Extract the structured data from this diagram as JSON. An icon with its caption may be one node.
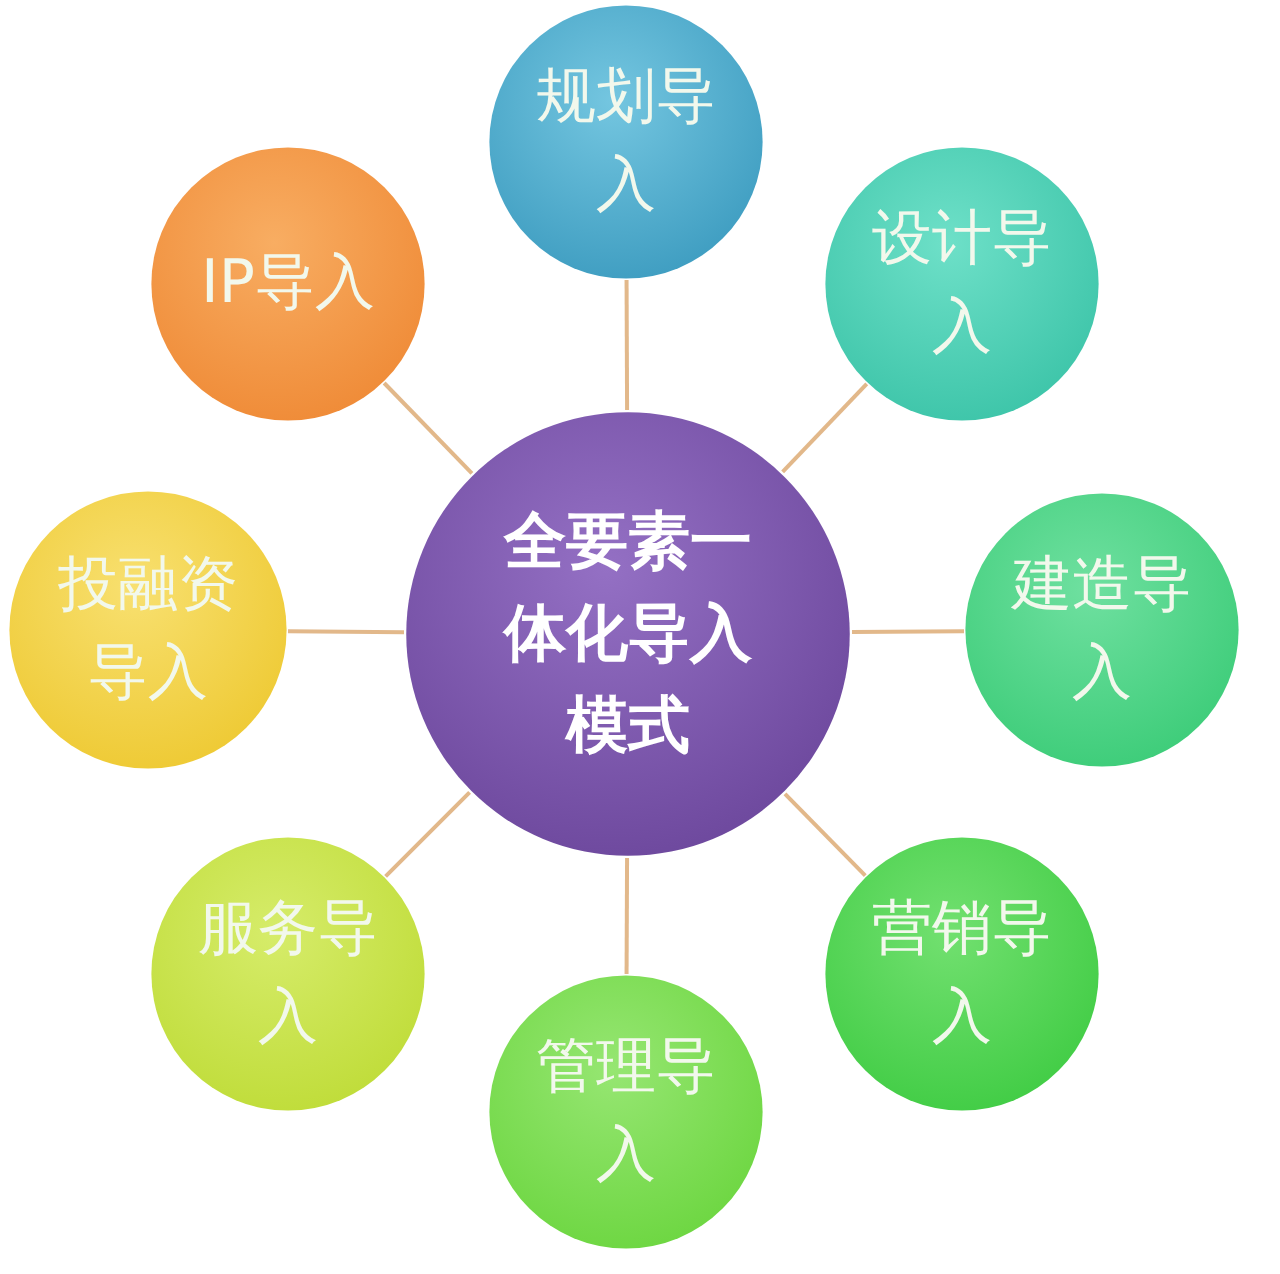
{
  "diagram": {
    "nodes": [
      {
        "text": [
          "规划导入"
        ]
      },
      {
        "text": [
          "IP导入"
        ]
      },
      {
        "text": [
          "设计导入"
        ]
      },
      {
        "text": [
          "投融资导入"
        ]
      },
      {
        "text": [
          "全要素一体化导入模式"
        ]
      },
      {
        "text": [
          "建造导入"
        ]
      },
      {
        "text": [
          "服务导入"
        ]
      },
      {
        "text": [
          "营销导入"
        ]
      },
      {
        "text": [
          "管理导入"
        ]
      }
    ],
    "edges": [
      {
        "from": 4,
        "to": 0,
        "arrow": "none"
      },
      {
        "from": 4,
        "to": 2,
        "arrow": "none"
      },
      {
        "from": 4,
        "to": 5,
        "arrow": "none"
      },
      {
        "from": 4,
        "to": 7,
        "arrow": "none"
      },
      {
        "from": 4,
        "to": 8,
        "arrow": "none"
      },
      {
        "from": 4,
        "to": 6,
        "arrow": "none"
      },
      {
        "from": 4,
        "to": 3,
        "arrow": "none"
      },
      {
        "from": 4,
        "to": 1,
        "arrow": "none"
      }
    ]
  }
}
